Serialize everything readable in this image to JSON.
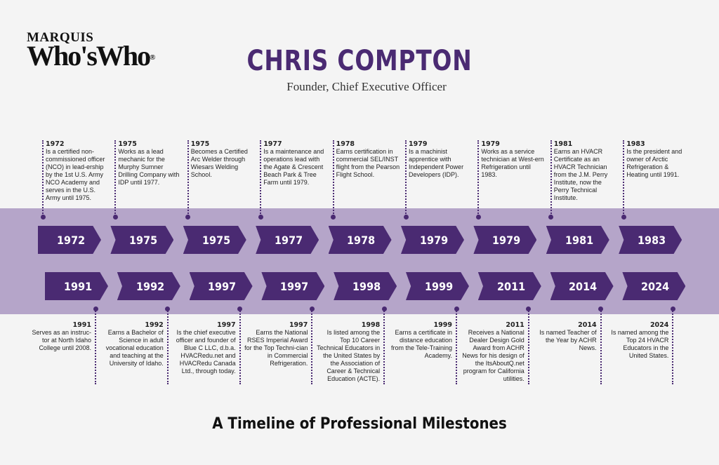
{
  "logo": {
    "line1": "MARQUIS",
    "line2": "Who'sWho",
    "mark": "®"
  },
  "header": {
    "name": "CHRIS COMPTON",
    "title": "Founder, Chief Executive Officer"
  },
  "colors": {
    "purple": "#4a2a72",
    "band": "#b5a5c9"
  },
  "top_milestones": [
    {
      "year": "1972",
      "text": "Is a certified non-commissioned officer (NCO) in lead-ership by the 1st U.S. Army NCO Academy and serves in the U.S. Army until 1975."
    },
    {
      "year": "1975",
      "text": " Works as a lead mechanic for the Murphy Sumner Drilling Company with IDP until 1977."
    },
    {
      "year": "1975",
      "text": "Becomes a Certified Arc Welder through Wiesars Welding School."
    },
    {
      "year": "1977",
      "text": "Is a maintenance and operations lead with the Agate & Crescent Beach Park & Tree Farm until 1979."
    },
    {
      "year": "1978",
      "text": "Earns certification in commercial SEL/INST flight from the Pearson Flight School."
    },
    {
      "year": "1979",
      "text": "Is a machinist apprentice with Independent Power Developers (IDP)."
    },
    {
      "year": "1979",
      "text": "Works as a service technician at West-ern Refrigeration until 1983."
    },
    {
      "year": "1981",
      "text": "Earns an HVACR Certificate as an HVACR Technician from the J.M. Perry Institute, now the Perry Technical Institute."
    },
    {
      "year": "1983",
      "text": "Is the president and owner of Arctic Refrigeration & Heating until 1991."
    }
  ],
  "bottom_milestones": [
    {
      "year": "1991",
      "text": "Serves as an instruc-tor at North Idaho College until 2008."
    },
    {
      "year": "1992",
      "text": "Earns a Bachelor of Science in adult vocational education and teaching at the University of Idaho."
    },
    {
      "year": "1997",
      "text": "Is the chief executive officer and founder of Blue C LLC, d.b.a. HVACRedu.net and HVACRedu Canada Ltd., through today."
    },
    {
      "year": "1997",
      "text": "Earns the National RSES Imperial Award for the Top Techni-cian in Commercial Refrigeration."
    },
    {
      "year": "1998",
      "text": "Is listed among the Top 10 Career Technical Educators in the United States by the Association of Career & Technical Education (ACTE)."
    },
    {
      "year": "1999",
      "text": "Earns a certificate in distance education from the Tele-Training Academy."
    },
    {
      "year": "2011",
      "text": "Receives a National Dealer Design Gold Award from ACHR News for his design of the ItsAboutQ.net program for California utilities."
    },
    {
      "year": "2014",
      "text": "Is named Teacher of the Year by ACHR News."
    },
    {
      "year": "2024",
      "text": "Is named among the Top 24 HVACR Educators in the United States."
    }
  ],
  "footer": {
    "title": "A Timeline of Professional Milestones"
  }
}
